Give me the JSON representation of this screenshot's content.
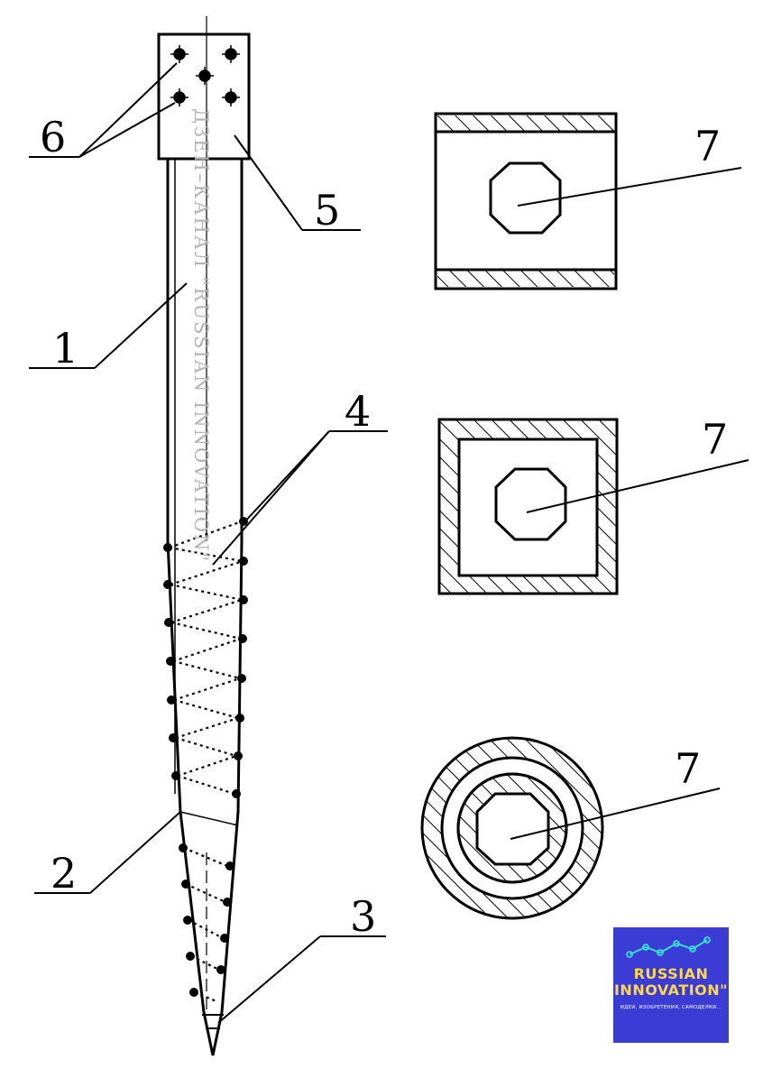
{
  "figure": {
    "callouts": {
      "shaft": "1",
      "blade": "2",
      "tip": "3",
      "weld": "4",
      "head_plate": "5",
      "holes": "6",
      "section_square": "7",
      "section_box": "7",
      "section_round": "7"
    },
    "watermark": "ДЗЕН–КАНАЛ \"RUSSIAN INNOVATION\""
  },
  "logo": {
    "line1": "RUSSIAN",
    "line2": "INNOVATION\"",
    "tagline": "ИДЕИ, ИЗОБРЕТЕНИЯ, САМОДЕЛКИ...",
    "icon": "trend-line-icon",
    "colors": {
      "background": "#3b3bd6",
      "title": "#ffd84a",
      "line": "#35e0d0"
    }
  }
}
